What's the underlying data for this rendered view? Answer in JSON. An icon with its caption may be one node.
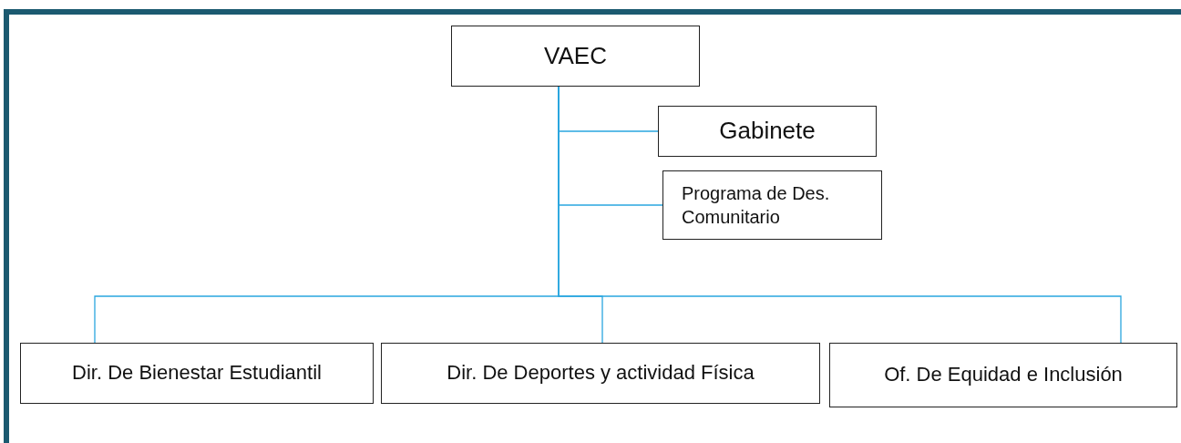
{
  "diagram": {
    "nodes": [
      {
        "text": [
          "VAEC"
        ]
      },
      {
        "text": [
          "Gabinete"
        ]
      },
      {
        "text": [
          "Programa de Des. Comunitario"
        ]
      },
      {
        "text": [
          "Dir. De Bienestar Estudiantil"
        ]
      },
      {
        "text": [
          "Dir. De Deportes y actividad Física"
        ]
      },
      {
        "text": [
          "Of. De Equidad e Inclusión"
        ]
      }
    ],
    "edges": [
      {
        "from": 0,
        "to": 1,
        "arrow": "none"
      },
      {
        "from": 0,
        "to": 2,
        "arrow": "none"
      },
      {
        "from": 0,
        "to": 3,
        "arrow": "none"
      },
      {
        "from": 0,
        "to": 4,
        "arrow": "none"
      },
      {
        "from": 0,
        "to": 5,
        "arrow": "none"
      }
    ]
  }
}
